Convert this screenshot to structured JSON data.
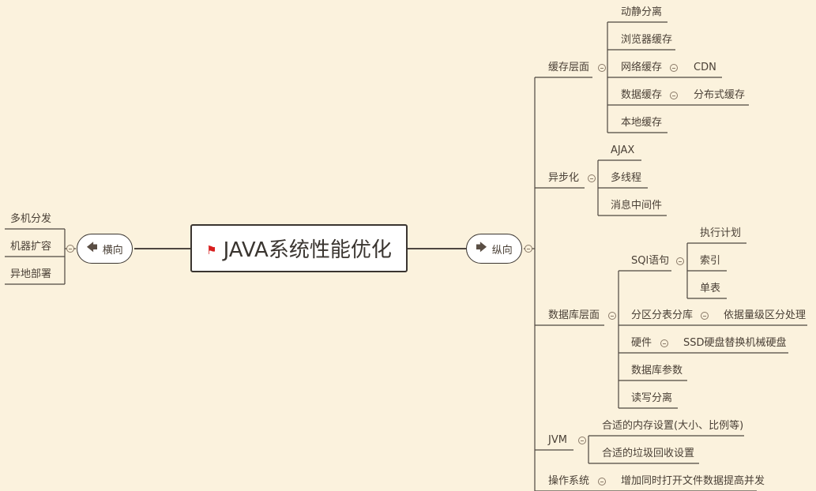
{
  "root": {
    "title": "JAVA系统性能优化",
    "flag_icon": "red-flag"
  },
  "left": {
    "label": "横向",
    "arrow_icon": "arrow-left",
    "items": [
      "多机分发",
      "机器扩容",
      "异地部署"
    ]
  },
  "right": {
    "label": "纵向",
    "arrow_icon": "arrow-right",
    "cache": {
      "label": "缓存层面",
      "items": [
        "动静分离",
        "浏览器缓存",
        "网络缓存",
        "数据缓存",
        "本地缓存"
      ],
      "network_child": "CDN",
      "data_child": "分布式缓存"
    },
    "async": {
      "label": "异步化",
      "items": [
        "AJAX",
        "多线程",
        "消息中间件"
      ]
    },
    "db": {
      "label": "数据库层面",
      "sql": {
        "label": "SQl语句",
        "items": [
          "执行计划",
          "索引",
          "单表"
        ]
      },
      "partition": {
        "label": "分区分表分库",
        "child": "依据量级区分处理"
      },
      "hardware": {
        "label": "硬件",
        "child": "SSD硬盘替换机械硬盘"
      },
      "params": "数据库参数",
      "rw": "读写分离"
    },
    "jvm": {
      "label": "JVM",
      "items": [
        "合适的内存设置(大小、比例等)",
        "合适的垃圾回收设置"
      ]
    },
    "os": {
      "label": "操作系统",
      "child": "增加同时打开文件数据提高并发"
    }
  }
}
